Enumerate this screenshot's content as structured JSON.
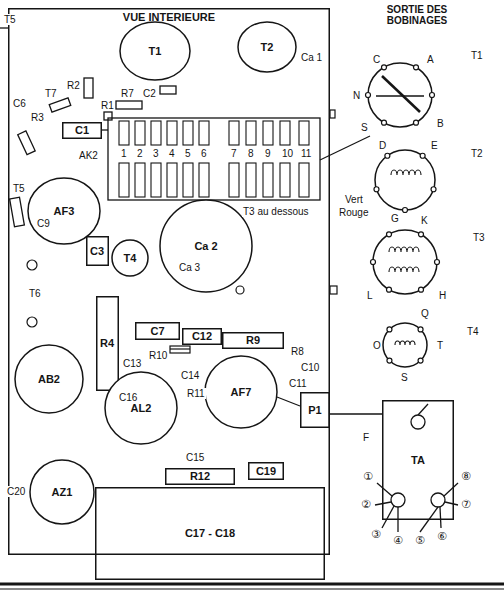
{
  "diagram": {
    "nodes": [
      {
        "text": [
          "VUE INTERIEURE"
        ]
      },
      {
        "text": [
          "T1"
        ],
        "in": 0
      },
      {
        "text": [
          "T2"
        ],
        "in": 0
      },
      {
        "text": [
          "C1"
        ],
        "in": 0
      },
      {
        "text": [
          "AF3"
        ],
        "in": 0
      },
      {
        "text": [
          "Ca 2"
        ],
        "in": 0
      },
      {
        "text": [
          "C3"
        ],
        "in": 0
      },
      {
        "text": [
          "T4"
        ],
        "in": 0
      },
      {
        "text": [
          "R4"
        ],
        "in": 0
      },
      {
        "text": [
          "C7"
        ],
        "in": 0
      },
      {
        "text": [
          "C12"
        ],
        "in": 0
      },
      {
        "text": [
          "R9"
        ],
        "in": 0
      },
      {
        "text": [
          "AB2"
        ],
        "in": 0
      },
      {
        "text": [
          "AL2"
        ],
        "in": 0
      },
      {
        "text": [
          "AF7"
        ],
        "in": 0
      },
      {
        "text": [
          "P1"
        ],
        "in": 0
      },
      {
        "text": [
          "R12"
        ],
        "in": 0
      },
      {
        "text": [
          "C19"
        ],
        "in": 0
      },
      {
        "text": [
          "AZ1"
        ],
        "in": 0
      },
      {
        "text": [
          "C17 - C18"
        ],
        "in": 0
      },
      {
        "text": [
          "TA"
        ]
      }
    ],
    "edges": [
      {
        "from": 15,
        "to": 20,
        "arrow": "none"
      }
    ],
    "labels": [
      "T5",
      "SORTIE DES BOBINAGES",
      "C6",
      "R3",
      "T7",
      "R2",
      "R1",
      "R7",
      "C2",
      "Ca 1",
      "AK2",
      "1",
      "2",
      "3",
      "4",
      "5",
      "6",
      "7",
      "8",
      "9",
      "10",
      "11",
      "T3 au dessous",
      "Ca 3",
      "T5",
      "C9",
      "T6",
      "R10",
      "C13",
      "C16",
      "C14",
      "R11",
      "R8",
      "C10",
      "C11",
      "C15",
      "C20",
      "T1",
      "C",
      "A",
      "N",
      "S",
      "B",
      "T2",
      "D",
      "E",
      "Vert",
      "Rouge",
      "T3",
      "G",
      "K",
      "L",
      "H",
      "T4",
      "Q",
      "O",
      "T",
      "S",
      "F",
      "①",
      "②",
      "③",
      "④",
      "⑤",
      "⑥",
      "⑦",
      "⑧"
    ]
  }
}
